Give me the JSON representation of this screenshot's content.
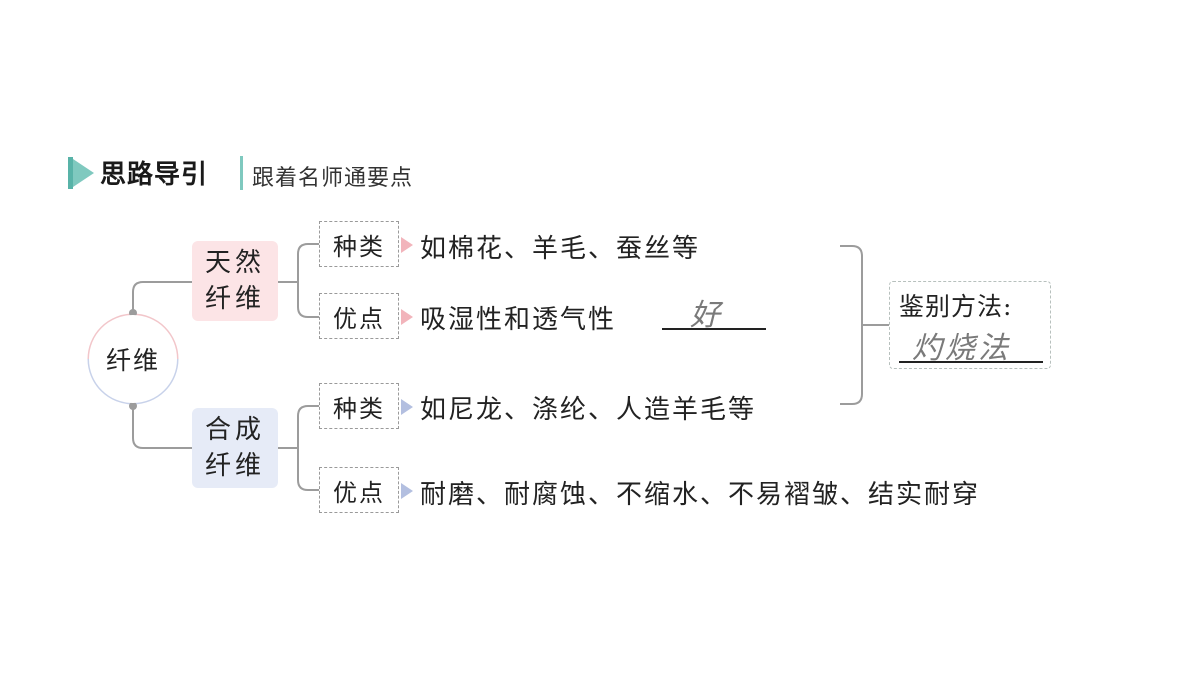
{
  "header": {
    "title": "思路导引",
    "subtitle": "跟着名师通要点"
  },
  "root": {
    "label": "纤维"
  },
  "natural": {
    "label_line1": "天然",
    "label_line2": "纤维",
    "types_label": "种类",
    "types_text": "如棉花、羊毛、蚕丝等",
    "merits_label": "优点",
    "merits_text": "吸湿性和透气性",
    "merits_answer": "好"
  },
  "synthetic": {
    "label_line1": "合成",
    "label_line2": "纤维",
    "types_label": "种类",
    "types_text": "如尼龙、涤纶、人造羊毛等",
    "merits_label": "优点",
    "merits_text": "耐磨、耐腐蚀、不缩水、不易褶皱、结实耐穿"
  },
  "method": {
    "label": "鉴别方法:",
    "answer": "灼烧法"
  },
  "colors": {
    "accent_teal": "#7fc9bf",
    "natural_pink": "#fce4e6",
    "synthetic_blue": "#e6ebf7",
    "connector_gray": "#9c9c9c"
  },
  "icons": {
    "header_marker": "play-triangle-icon",
    "pointer": "right-triangle-arrow-icon"
  }
}
